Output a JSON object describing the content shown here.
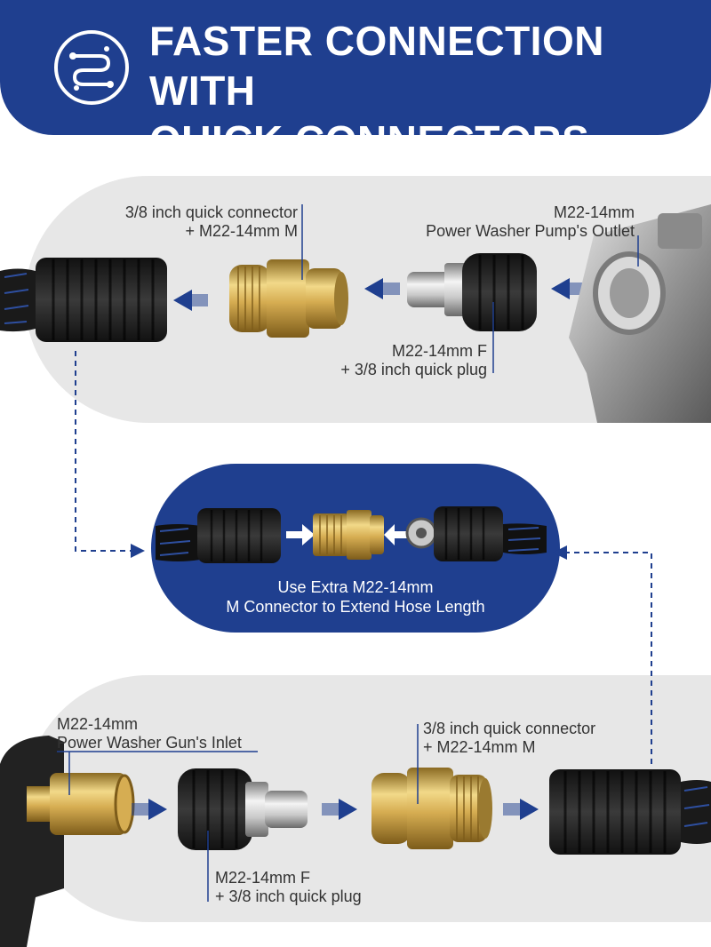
{
  "header": {
    "title_line1": "FASTER CONNECTION WITH",
    "title_line2": "QUICK CONNECTORS",
    "icon": "connection-flow-icon",
    "bg_color": "#1f3f8f"
  },
  "top_panel": {
    "connector_label_1": "3/8 inch quick connector",
    "connector_label_2": "+ M22-14mm M",
    "outlet_label_1": "M22-14mm",
    "outlet_label_2": "Power Washer Pump's Outlet",
    "plug_label_1": "M22-14mm F",
    "plug_label_2": "+ 3/8 inch quick plug"
  },
  "middle_pill": {
    "text_line1": "Use Extra M22-14mm",
    "text_line2": "M Connector to Extend Hose Length"
  },
  "bottom_panel": {
    "inlet_label_1": "M22-14mm",
    "inlet_label_2": "Power Washer Gun's Inlet",
    "connector_label_1": "3/8 inch quick connector",
    "connector_label_2": "+ M22-14mm M",
    "plug_label_1": "M22-14mm F",
    "plug_label_2": "+ 3/8 inch quick plug"
  },
  "colors": {
    "accent": "#1f3f8f",
    "panel": "#e7e7e7",
    "brass": "#c9a24a",
    "rubber": "#262626"
  }
}
